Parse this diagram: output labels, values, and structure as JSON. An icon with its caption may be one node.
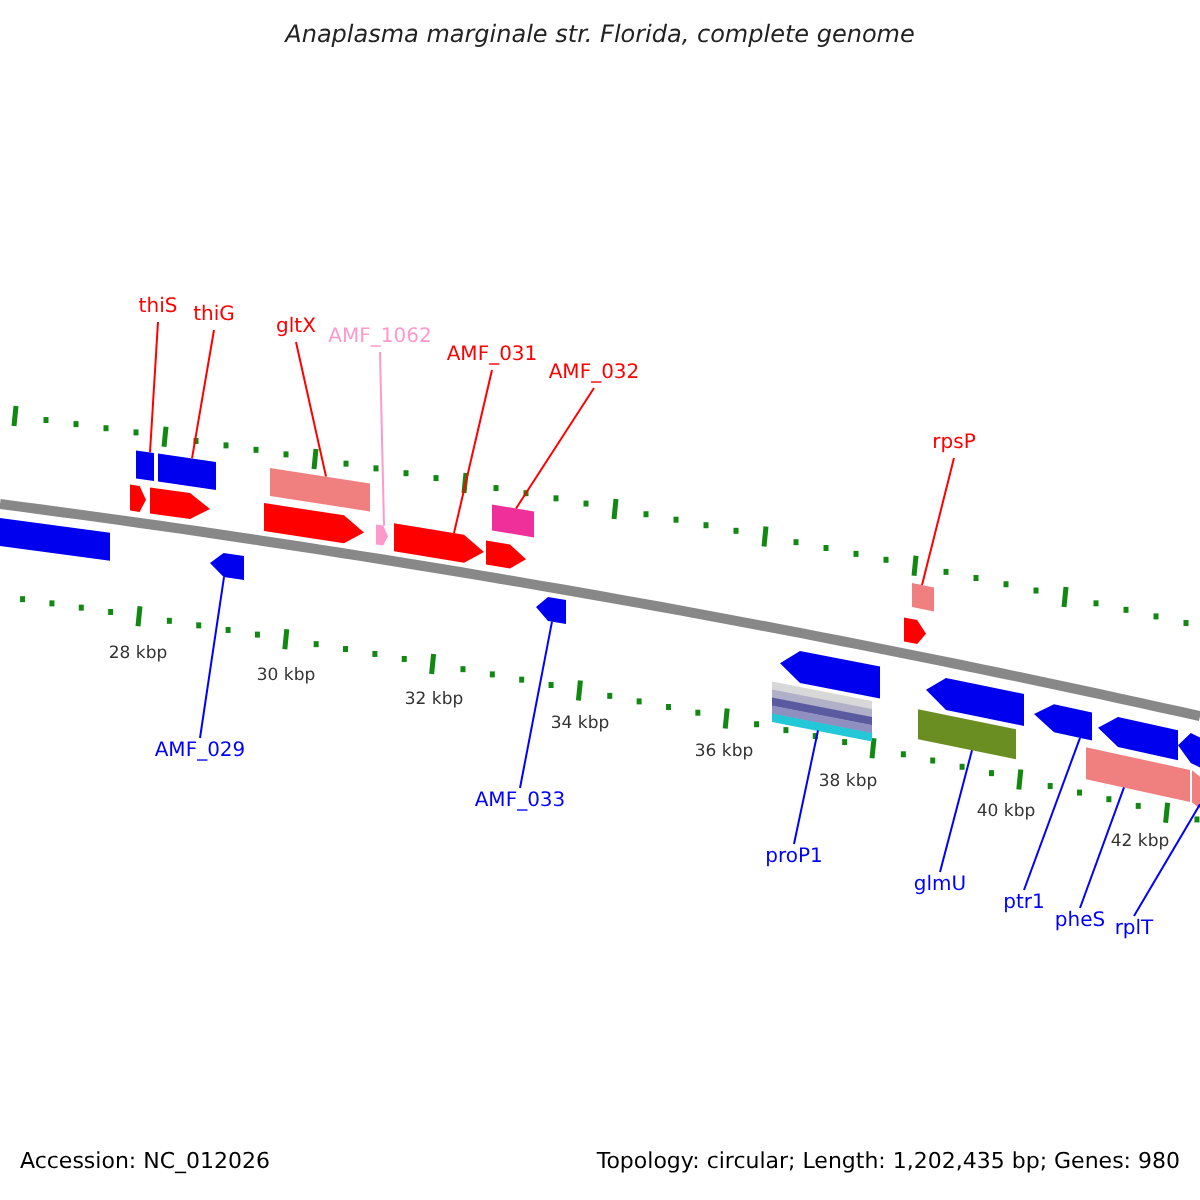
{
  "diagram": {
    "title": "Anaplasma marginale str. Florida, complete genome",
    "nodes": [
      {
        "text": [
          "thiS"
        ]
      },
      {
        "text": [
          "thiG"
        ]
      },
      {
        "text": [
          "gltX"
        ]
      },
      {
        "text": [
          "AMF_1062"
        ]
      },
      {
        "text": [
          "AMF_031"
        ]
      },
      {
        "text": [
          "AMF_032"
        ]
      },
      {
        "text": [
          "rpsP"
        ]
      },
      {
        "text": [
          "AMF_029"
        ]
      },
      {
        "text": [
          "AMF_033"
        ]
      },
      {
        "text": [
          "proP1"
        ]
      },
      {
        "text": [
          "glmU"
        ]
      },
      {
        "text": [
          "ptr1"
        ]
      },
      {
        "text": [
          "pheS"
        ]
      },
      {
        "text": [
          "rplT"
        ]
      },
      {
        "text": [],
        "shape": "box"
      },
      {
        "text": [],
        "shape": "arrow"
      },
      {
        "text": [],
        "shape": "box"
      },
      {
        "text": [],
        "shape": "arrow"
      },
      {
        "text": [],
        "shape": "box"
      },
      {
        "text": [],
        "shape": "arrow"
      },
      {
        "text": [],
        "shape": "arrow"
      },
      {
        "text": [],
        "shape": "box"
      },
      {
        "text": [],
        "shape": "arrow"
      },
      {
        "text": [],
        "shape": "arrow"
      },
      {
        "text": [],
        "shape": "arrow"
      },
      {
        "text": [],
        "shape": "box"
      },
      {
        "text": [],
        "shape": "arrow"
      },
      {
        "text": [],
        "shape": "box"
      },
      {
        "text": [],
        "shape": "arrow"
      },
      {
        "text": [],
        "shape": "arrow"
      },
      {
        "text": [],
        "shape": "box"
      },
      {
        "text": [],
        "shape": "box"
      },
      {
        "text": [],
        "shape": "arrow"
      },
      {
        "text": [],
        "shape": "arrow"
      },
      {
        "text": [],
        "shape": "box"
      },
      {
        "text": [],
        "shape": "arrow"
      },
      {
        "text": [],
        "shape": "arrow"
      },
      {
        "text": [],
        "shape": "box"
      }
    ],
    "edges": [
      {
        "from": 0,
        "to": 16,
        "arrow": "none",
        "color": "#ff0000"
      },
      {
        "from": 1,
        "to": 18,
        "arrow": "none",
        "color": "#ff0000"
      },
      {
        "from": 2,
        "to": 21,
        "arrow": "none",
        "color": "#ff0000"
      },
      {
        "from": 3,
        "to": 22,
        "arrow": "none",
        "color": "#ff99cc"
      },
      {
        "from": 4,
        "to": 23,
        "arrow": "none",
        "color": "#ff0000"
      },
      {
        "from": 5,
        "to": 25,
        "arrow": "none",
        "color": "#ff0000"
      },
      {
        "from": 6,
        "to": 30,
        "arrow": "none",
        "color": "#ff0000"
      },
      {
        "from": 7,
        "to": 19,
        "arrow": "none",
        "color": "#0000ff"
      },
      {
        "from": 8,
        "to": 26,
        "arrow": "none",
        "color": "#0000ff"
      },
      {
        "from": 9,
        "to": 27,
        "arrow": "none",
        "color": "#0000ff"
      },
      {
        "from": 10,
        "to": 31,
        "arrow": "none",
        "color": "#0000ff"
      },
      {
        "from": 11,
        "to": 33,
        "arrow": "none",
        "color": "#0000ff"
      },
      {
        "from": 12,
        "to": 34,
        "arrow": "none",
        "color": "#0000ff"
      },
      {
        "from": 13,
        "to": 37,
        "arrow": "none",
        "color": "#0000ff"
      }
    ],
    "labels": [
      "28 kbp",
      "30 kbp",
      "32 kbp",
      "34 kbp",
      "36 kbp",
      "38 kbp",
      "40 kbp",
      "42 kbp",
      "Accession: NC_012026",
      "Topology: circular; Length: 1,202,435 bp; Genes: 980"
    ]
  }
}
